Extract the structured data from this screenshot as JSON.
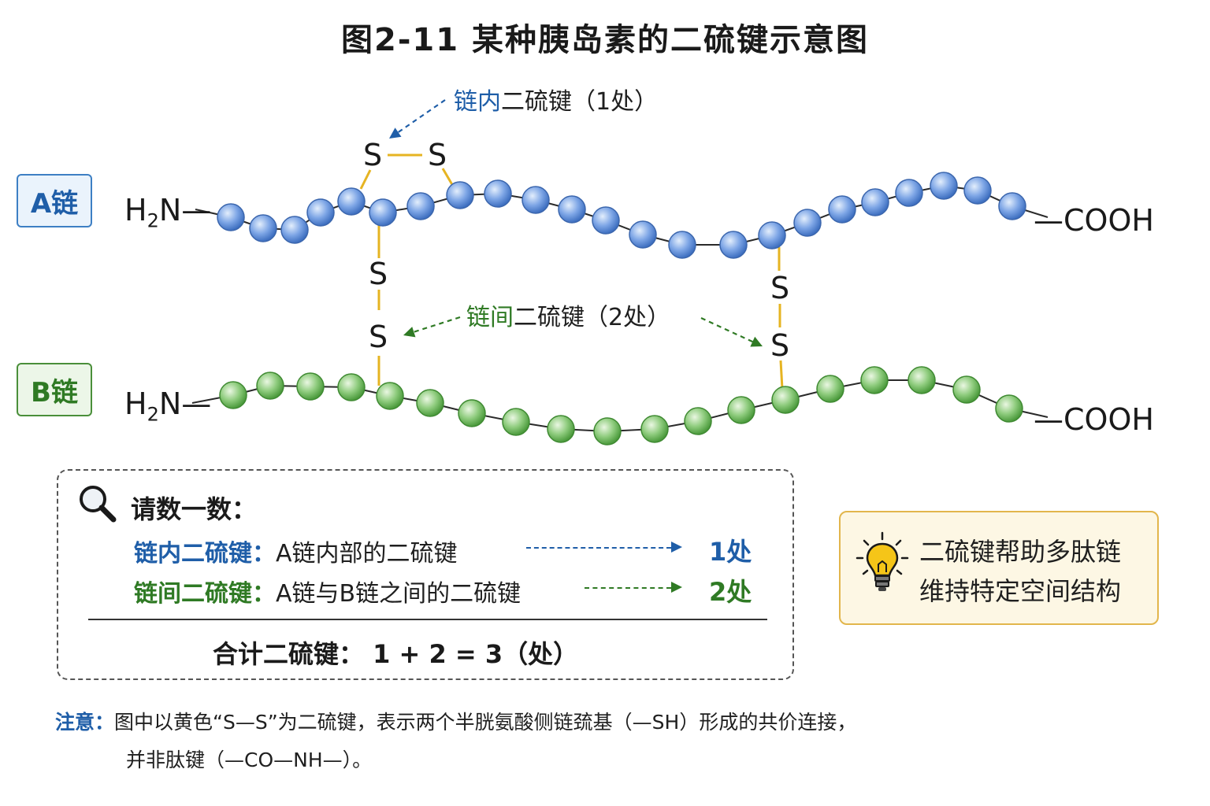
{
  "title": "图2-11  某种胰岛素的二硫键示意图",
  "chain_a": {
    "tag": "A链",
    "n_term": "H",
    "n_sub": "2",
    "n_tail": "N—",
    "c_term": "—COOH"
  },
  "chain_b": {
    "tag": "B链",
    "n_term": "H",
    "n_sub": "2",
    "n_tail": "N—",
    "c_term": "—COOH"
  },
  "sulfur": "S",
  "intra_caption": {
    "colored": "链内",
    "rest": "二硫键（1处）"
  },
  "inter_caption": {
    "colored": "链间",
    "rest": "二硫键（2处）"
  },
  "count": {
    "heading": "请数一数：",
    "intra_label": "链内二硫键：",
    "intra_desc": "A链内部的二硫键",
    "intra_value": "1处",
    "inter_label": "链间二硫键：",
    "inter_desc": "A链与B链之间的二硫键",
    "inter_value": "2处",
    "total": "合计二硫键：  1 + 2 = 3（处）"
  },
  "tip": {
    "line1": "二硫键帮助多肽链",
    "line2": "维持特定空间结构"
  },
  "note": {
    "label": "注意：",
    "line1": "图中以黄色“S—S”为二硫键，表示两个半胱氨酸侧链巯基（—SH）形成的共价连接，",
    "line2": "并非肽键（—CO—NH—）。"
  },
  "colors": {
    "chain_a_bead": "#7ea6e6",
    "chain_b_bead": "#8fcc7e",
    "disulfide": "#e6b422",
    "intra_accent": "#1f5ea8",
    "inter_accent": "#2f7a24"
  },
  "icons": [
    "search-icon",
    "lightbulb-icon"
  ]
}
